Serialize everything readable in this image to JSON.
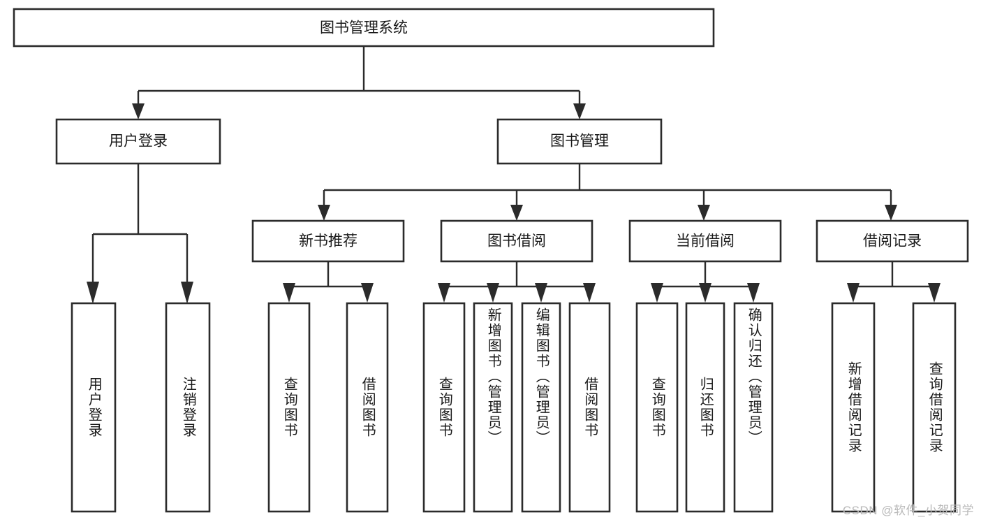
{
  "diagram": {
    "title": "图书管理系统",
    "type": "hierarchy-tree",
    "root": {
      "id": "root",
      "label": "图书管理系统",
      "orientation": "horizontal"
    },
    "level2": [
      {
        "id": "user-login",
        "label": "用户登录",
        "orientation": "horizontal"
      },
      {
        "id": "book-manage",
        "label": "图书管理",
        "orientation": "horizontal"
      }
    ],
    "level3": [
      {
        "id": "new-book-recommend",
        "label": "新书推荐",
        "orientation": "horizontal",
        "parent": "book-manage"
      },
      {
        "id": "book-borrow",
        "label": "图书借阅",
        "orientation": "horizontal",
        "parent": "book-manage"
      },
      {
        "id": "current-borrow",
        "label": "当前借阅",
        "orientation": "horizontal",
        "parent": "book-manage"
      },
      {
        "id": "borrow-record",
        "label": "借阅记录",
        "orientation": "horizontal",
        "parent": "book-manage"
      }
    ],
    "leaves": [
      {
        "id": "leaf-user-login",
        "label": "用户登录",
        "orientation": "vertical",
        "parent": "user-login"
      },
      {
        "id": "leaf-user-logout",
        "label": "注销登录",
        "orientation": "vertical",
        "parent": "user-login"
      },
      {
        "id": "leaf-query-book-1",
        "label": "查询图书",
        "orientation": "vertical",
        "parent": "new-book-recommend"
      },
      {
        "id": "leaf-borrow-book-1",
        "label": "借阅图书",
        "orientation": "vertical",
        "parent": "new-book-recommend"
      },
      {
        "id": "leaf-query-book-2",
        "label": "查询图书",
        "orientation": "vertical",
        "parent": "book-borrow"
      },
      {
        "id": "leaf-add-book",
        "label": "新增图书（管理员）",
        "orientation": "vertical",
        "parent": "book-borrow"
      },
      {
        "id": "leaf-edit-book",
        "label": "编辑图书（管理员）",
        "orientation": "vertical",
        "parent": "book-borrow"
      },
      {
        "id": "leaf-borrow-book-2",
        "label": "借阅图书",
        "orientation": "vertical",
        "parent": "book-borrow"
      },
      {
        "id": "leaf-query-book-3",
        "label": "查询图书",
        "orientation": "vertical",
        "parent": "current-borrow"
      },
      {
        "id": "leaf-return-book",
        "label": "归还图书",
        "orientation": "vertical",
        "parent": "current-borrow"
      },
      {
        "id": "leaf-confirm-return",
        "label": "确认归还（管理员）",
        "orientation": "vertical",
        "parent": "current-borrow"
      },
      {
        "id": "leaf-add-record",
        "label": "新增借阅记录",
        "orientation": "vertical",
        "parent": "borrow-record"
      },
      {
        "id": "leaf-query-record",
        "label": "查询借阅记录",
        "orientation": "vertical",
        "parent": "borrow-record"
      }
    ]
  },
  "watermark": {
    "text": "CSDN @软件_小贺同学"
  },
  "colors": {
    "stroke": "#2b2b2b",
    "fill": "#ffffff",
    "text": "#1a1a1a",
    "watermark": "#b9b9b9",
    "background": "#ffffff"
  }
}
